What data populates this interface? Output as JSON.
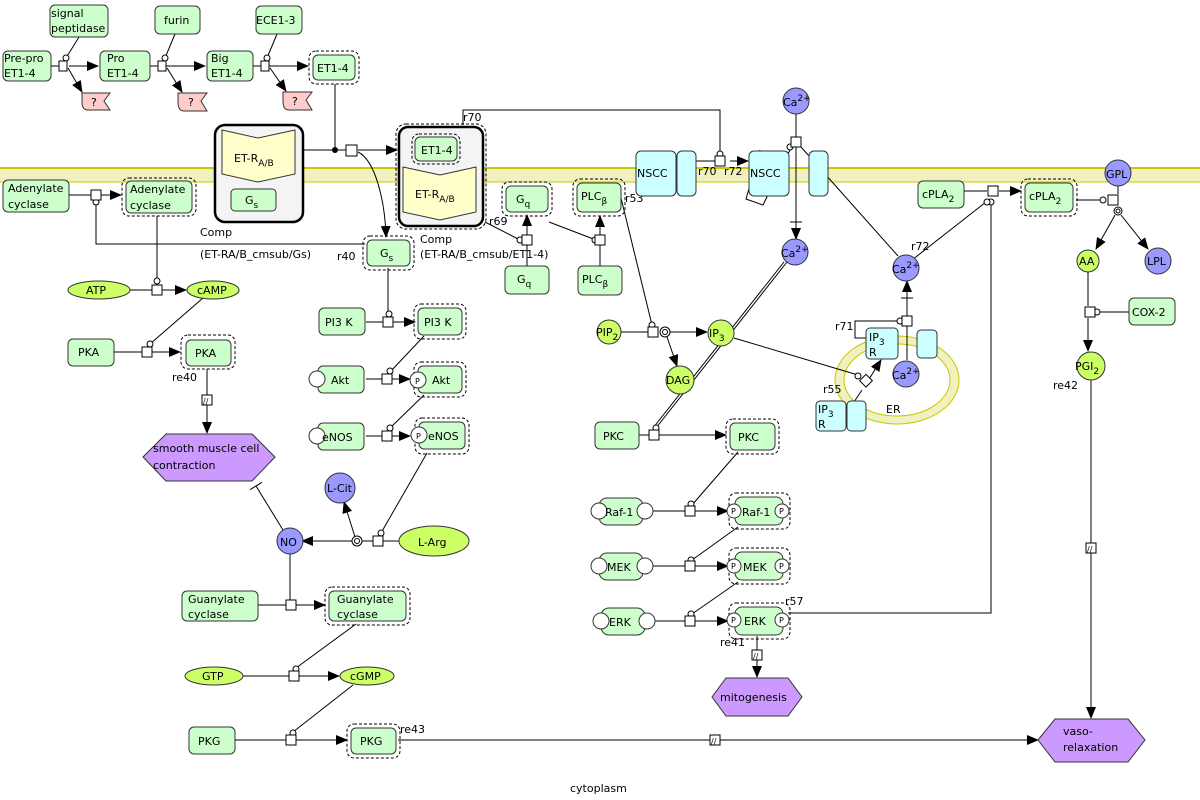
{
  "compartments": {
    "membrane_color": "#f0f0c0",
    "membrane_line_color": "#c8c800",
    "cytoplasm": "cytoplasm",
    "er": "ER"
  },
  "colors": {
    "protein": "#ccffcc",
    "ion": "#9999ff",
    "simple_molecule": "#ccff66",
    "channel": "#ccffff",
    "receptor": "#ffffcc",
    "phenotype": "#cc99ff",
    "unknown": "#ffcccc"
  },
  "nodes": {
    "signal_peptidase": [
      "signal",
      "peptidase"
    ],
    "furin": "furin",
    "ece": "ECE1-3",
    "prepro": [
      "Pre-pro",
      "ET1-4"
    ],
    "pro": [
      "Pro",
      "ET1-4"
    ],
    "big": [
      "Big",
      "ET1-4"
    ],
    "et14": "ET1-4",
    "unknown": "?",
    "etr": {
      "base": "ET-R",
      "sub": "A/B"
    },
    "gs": {
      "base": "G",
      "sub": "s"
    },
    "gq": {
      "base": "G",
      "sub": "q"
    },
    "plcb": {
      "base": "PLC",
      "sub": "β"
    },
    "complex1": [
      "Comp",
      "(ET-RA/B_cmsub/Gs)"
    ],
    "complex2": [
      "Comp",
      "(ET-RA/B_cmsub/ET1-4)"
    ],
    "adenylate": [
      "Adenylate",
      "cyclase"
    ],
    "atp": "ATP",
    "camp": "cAMP",
    "pka": "PKA",
    "smc": [
      "smooth muscle cell",
      "contraction"
    ],
    "pi3k": "PI3 K",
    "akt": "Akt",
    "enos": "eNOS",
    "lcit": "L-Cit",
    "larg": "L-Arg",
    "no": "NO",
    "guanylate": [
      "Guanylate",
      "cyclase"
    ],
    "gtp": "GTP",
    "cgmp": "cGMP",
    "pkg": "PKG",
    "nscc": "NSCC",
    "ca": {
      "base": "Ca",
      "sup": "2+"
    },
    "pip2": {
      "base": "PIP",
      "sub": "2"
    },
    "ip3": {
      "base": "IP",
      "sub": "3"
    },
    "dag": "DAG",
    "pkc": "PKC",
    "raf": "Raf-1",
    "mek": "MEK",
    "erk": "ERK",
    "mitogenesis": "mitogenesis",
    "ip3r": {
      "base": "IP",
      "sub": "3",
      "line2": "R"
    },
    "cpla2": {
      "base": "cPLA",
      "sub": "2"
    },
    "gpl": "GPL",
    "lpl": "LPL",
    "aa": "AA",
    "cox2": "COX-2",
    "pgi2": {
      "base": "PGI",
      "sub": "2"
    },
    "vaso": [
      "vaso-",
      "relaxation"
    ],
    "p": "P"
  },
  "reactions": {
    "r70": "r70",
    "r72": "r72",
    "r69": "r69",
    "r40": "r40",
    "re40": "re40",
    "re43": "re43",
    "r53": "r53",
    "r71": "r71",
    "r55": "r55",
    "r57": "r57",
    "re41": "re41",
    "re42": "re42"
  }
}
